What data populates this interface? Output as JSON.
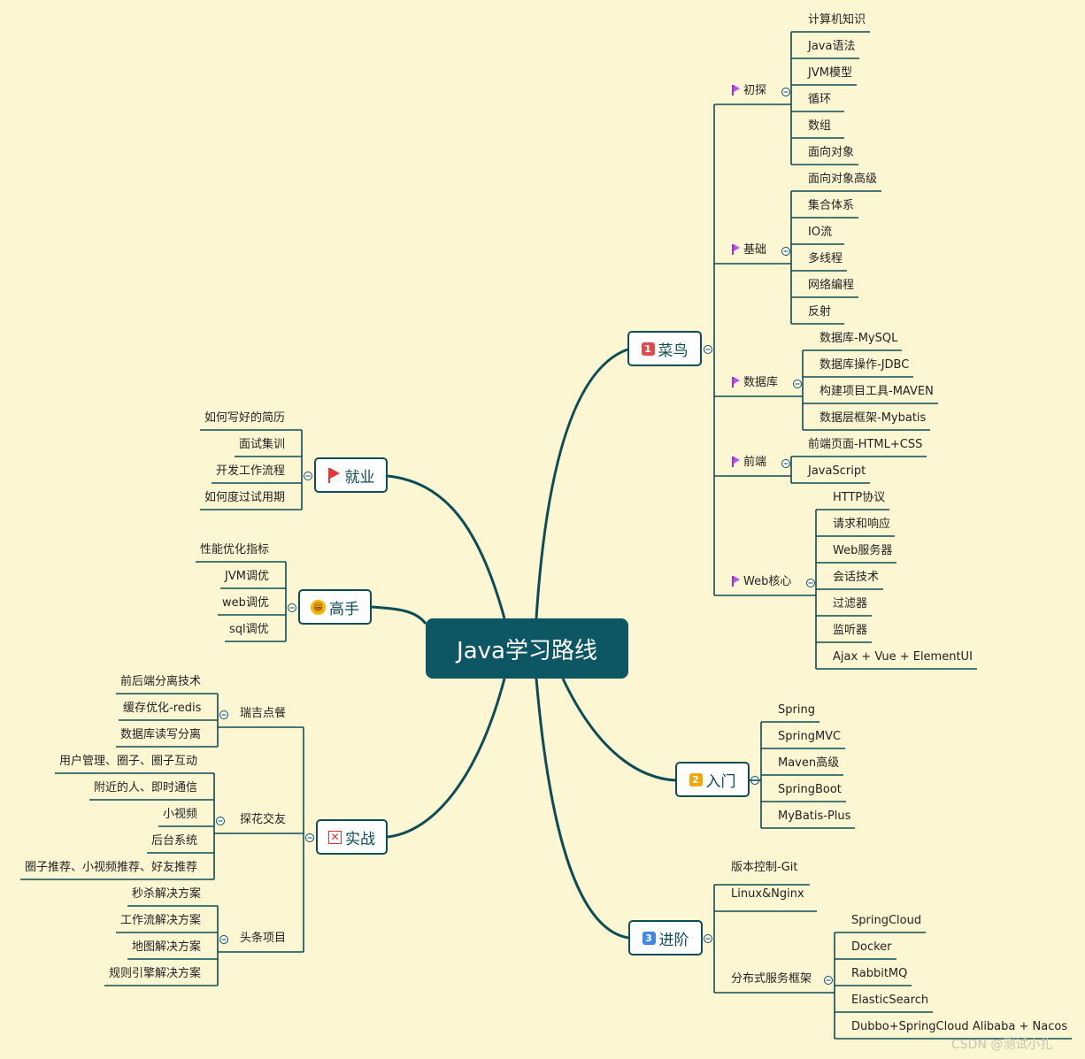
{
  "root": {
    "title": "Java学习路线"
  },
  "colors": {
    "line": "#0d4d57",
    "root_bg": "#0d5663",
    "page_bg": "#fdf6d3",
    "flag": "#c14fe6"
  },
  "branches": {
    "caoniao": {
      "badge": "1",
      "label": "菜鸟",
      "groups": [
        {
          "label": "初探",
          "items": [
            "计算机知识",
            "Java语法",
            "JVM模型",
            "循环",
            "数组",
            "面向对象"
          ]
        },
        {
          "label": "基础",
          "items": [
            "面向对象高级",
            "集合体系",
            "IO流",
            "多线程",
            "网络编程",
            "反射"
          ]
        },
        {
          "label": "数据库",
          "items": [
            "数据库-MySQL",
            "数据库操作-JDBC",
            "构建项目工具-MAVEN",
            "数据层框架-Mybatis"
          ]
        },
        {
          "label": "前端",
          "items": [
            "前端页面-HTML+CSS",
            "JavaScript"
          ]
        },
        {
          "label": "Web核心",
          "items": [
            "HTTP协议",
            "请求和响应",
            "Web服务器",
            "会话技术",
            "过滤器",
            "监听器",
            "Ajax + Vue + ElementUI"
          ]
        }
      ]
    },
    "rumen": {
      "badge": "2",
      "label": "入门",
      "items": [
        "Spring",
        "SpringMVC",
        "Maven高级",
        "SpringBoot",
        "MyBatis-Plus"
      ]
    },
    "jinjie": {
      "badge": "3",
      "label": "进阶",
      "items": [
        "版本控制-Git",
        "Linux&Nginx"
      ],
      "group": {
        "label": "分布式服务框架",
        "items": [
          "SpringCloud",
          "Docker",
          "RabbitMQ",
          "ElasticSearch",
          "Dubbo+SpringCloud Alibaba + Nacos"
        ]
      }
    },
    "jiuye": {
      "label": "就业",
      "items": [
        "如何写好的简历",
        "面试集训",
        "开发工作流程",
        "如何度过试用期"
      ]
    },
    "gaoshou": {
      "label": "高手",
      "items": [
        "性能优化指标",
        "JVM调优",
        "web调优",
        "sql调优"
      ]
    },
    "shizhan": {
      "label": "实战",
      "groups": [
        {
          "label": "瑞吉点餐",
          "items": [
            "前后端分离技术",
            "缓存优化-redis",
            "数据库读写分离"
          ]
        },
        {
          "label": "探花交友",
          "items": [
            "用户管理、圈子、圈子互动",
            "附近的人、即时通信",
            "小视频",
            "后台系统",
            "圈子推荐、小视频推荐、好友推荐"
          ]
        },
        {
          "label": "头条项目",
          "items": [
            "秒杀解决方案",
            "工作流解决方案",
            "地图解决方案",
            "规则引擎解决方案"
          ]
        }
      ]
    }
  },
  "watermark": "CSDN @测试小扎"
}
